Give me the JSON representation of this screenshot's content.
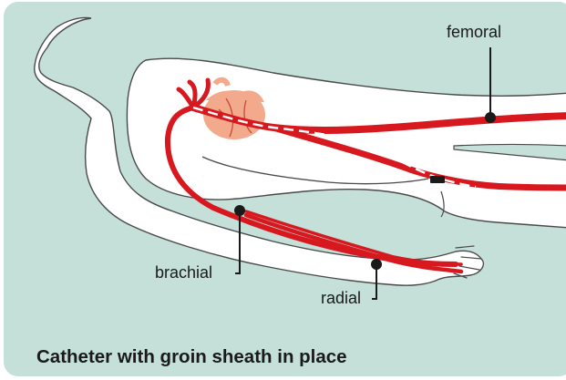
{
  "diagram": {
    "labels": {
      "femoral": "femoral",
      "brachial": "brachial",
      "radial": "radial"
    },
    "caption": "Catheter with groin sheath in place"
  },
  "colors": {
    "background": "#c5dfd9",
    "body_fill": "#ffffff",
    "body_outline": "#4a4a4a",
    "artery": "#d7191f",
    "catheter": "#ffffff",
    "heart": "#f3a98b",
    "sheath": "#1a1a1a"
  }
}
